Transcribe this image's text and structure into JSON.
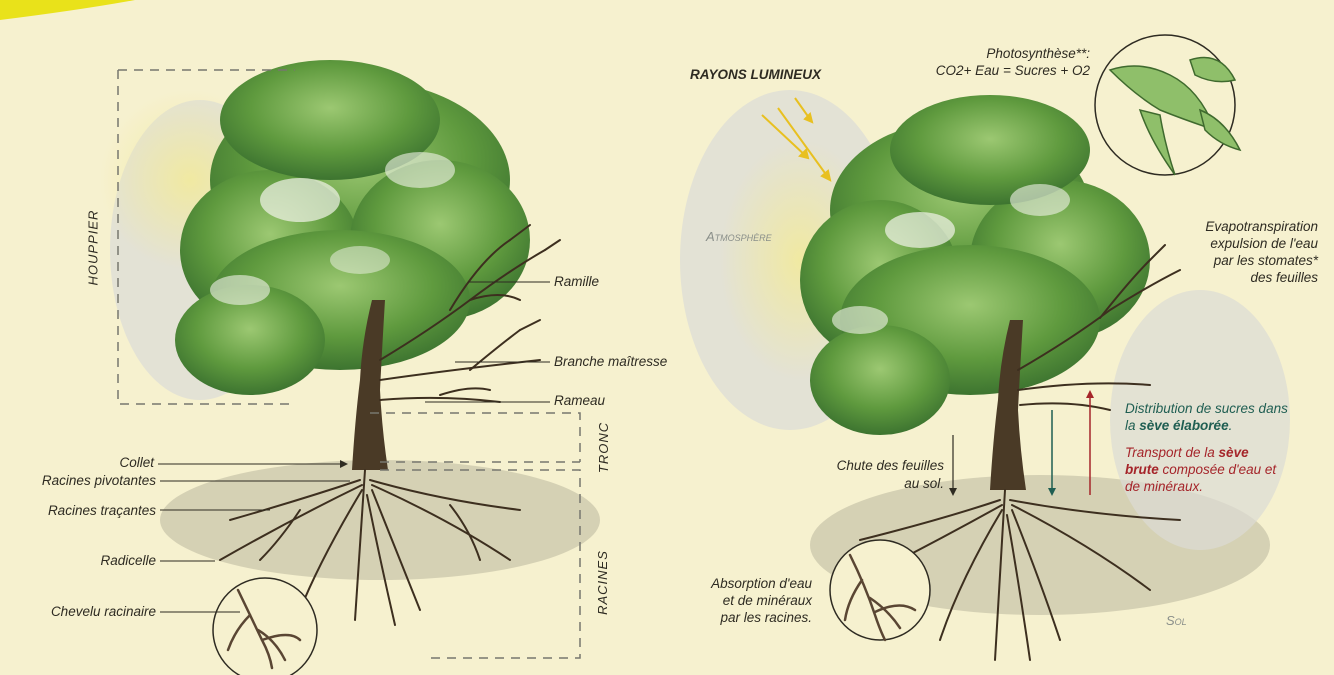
{
  "left_panel": {
    "zones": {
      "crown": "HOUPPIER",
      "trunk": "TRONC",
      "roots": "RACINES"
    },
    "labels": {
      "twig": "Ramille",
      "main_branch": "Branche maîtresse",
      "branchlet": "Rameau",
      "collar": "Collet",
      "taproots": "Racines pivotantes",
      "lateral_roots": "Racines traçantes",
      "rootlet": "Radicelle",
      "root_hairs": "Chevelu racinaire"
    }
  },
  "right_panel": {
    "light_rays": "RAYONS LUMINEUX",
    "atmosphere": "Atmosphère",
    "soil": "Sol",
    "photosynthesis_title": "Photosynthèse**:",
    "photosynthesis_formula": "CO2+ Eau = Sucres + O2",
    "evapo_1": "Evapotranspiration",
    "evapo_2": "expulsion de l'eau",
    "evapo_3": "par les stomates*",
    "evapo_4": "des feuilles",
    "sugar_1": "Distribution de sucres dans",
    "sugar_2_pre": "la ",
    "sugar_2_bold": "sève élaborée",
    "sugar_2_post": ".",
    "sap_1_pre": "Transport de la ",
    "sap_1_bold": "sève",
    "sap_2_bold": "brute",
    "sap_2_post": " composée d'eau et",
    "sap_3": "de minéraux.",
    "leaf_fall_1": "Chute des feuilles",
    "leaf_fall_2": "au sol.",
    "absorption_1": "Absorption d'eau",
    "absorption_2": "et de minéraux",
    "absorption_3": "par les racines."
  },
  "colors": {
    "background": "#f6f1cf",
    "foliage": "#5f9a3e",
    "trunk": "#4a3a26",
    "sap_red": "#a5252a",
    "sap_green": "#1f5e52",
    "light_ray": "#e8c020"
  }
}
